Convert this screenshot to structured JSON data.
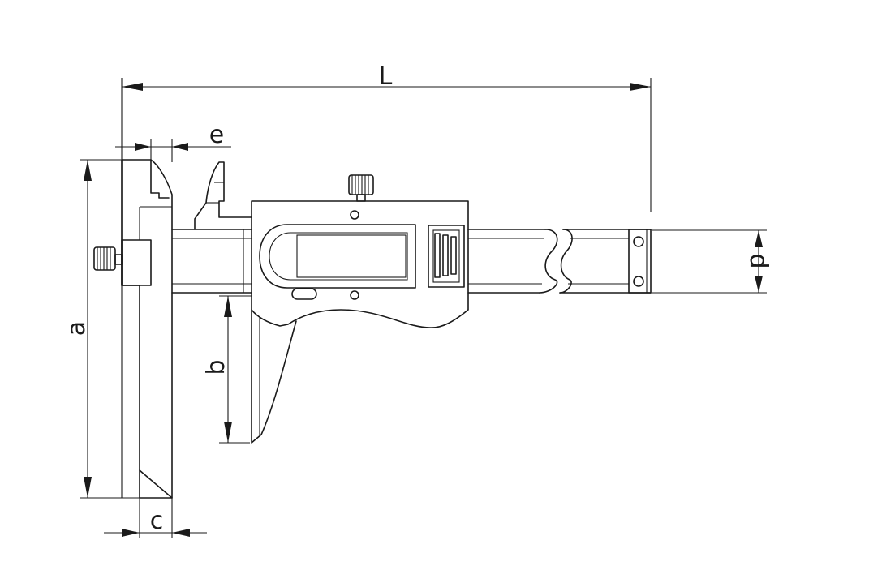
{
  "labels": {
    "L": "L",
    "e": "e",
    "a": "a",
    "b": "b",
    "c": "c",
    "d": "d"
  },
  "colors": {
    "line": "#1a1a1a",
    "background": "#ffffff"
  }
}
